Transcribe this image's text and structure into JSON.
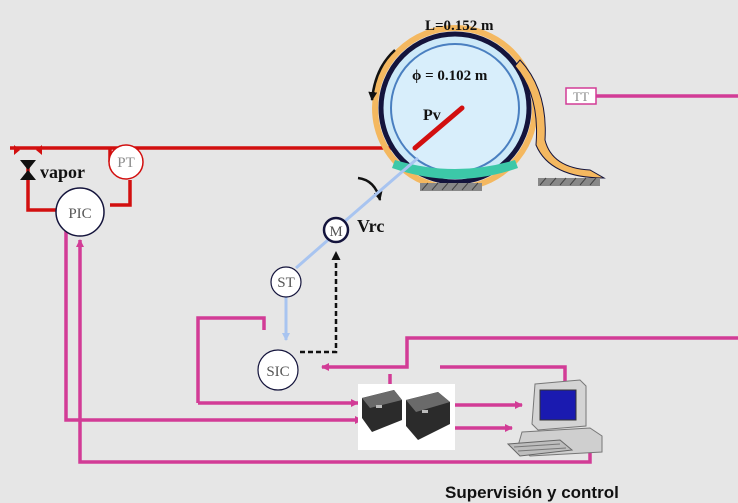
{
  "labels": {
    "length": "L=0.152 m",
    "diameter": "ϕ = 0.102 m",
    "vessel_pressure": "Pv",
    "steam": "vapor",
    "rotation_speed": "Vrc",
    "footer": "Supervisión y  control"
  },
  "instruments": {
    "pressure_transmitter": "PT",
    "pressure_controller": "PIC",
    "motor": "M",
    "speed_transmitter": "ST",
    "speed_controller": "SIC",
    "temperature_transmitter": "TT"
  },
  "colors": {
    "steam_line": "#d20f0f",
    "signal_line": "#d23c96",
    "speed_line": "#a8c4f0",
    "instrument_fill": "#ffffff",
    "drum_outline": "#14143c",
    "drum_fill": "#cde9f8",
    "drum_insulation": "#f4b860",
    "liquid": "#3cc8a8"
  }
}
